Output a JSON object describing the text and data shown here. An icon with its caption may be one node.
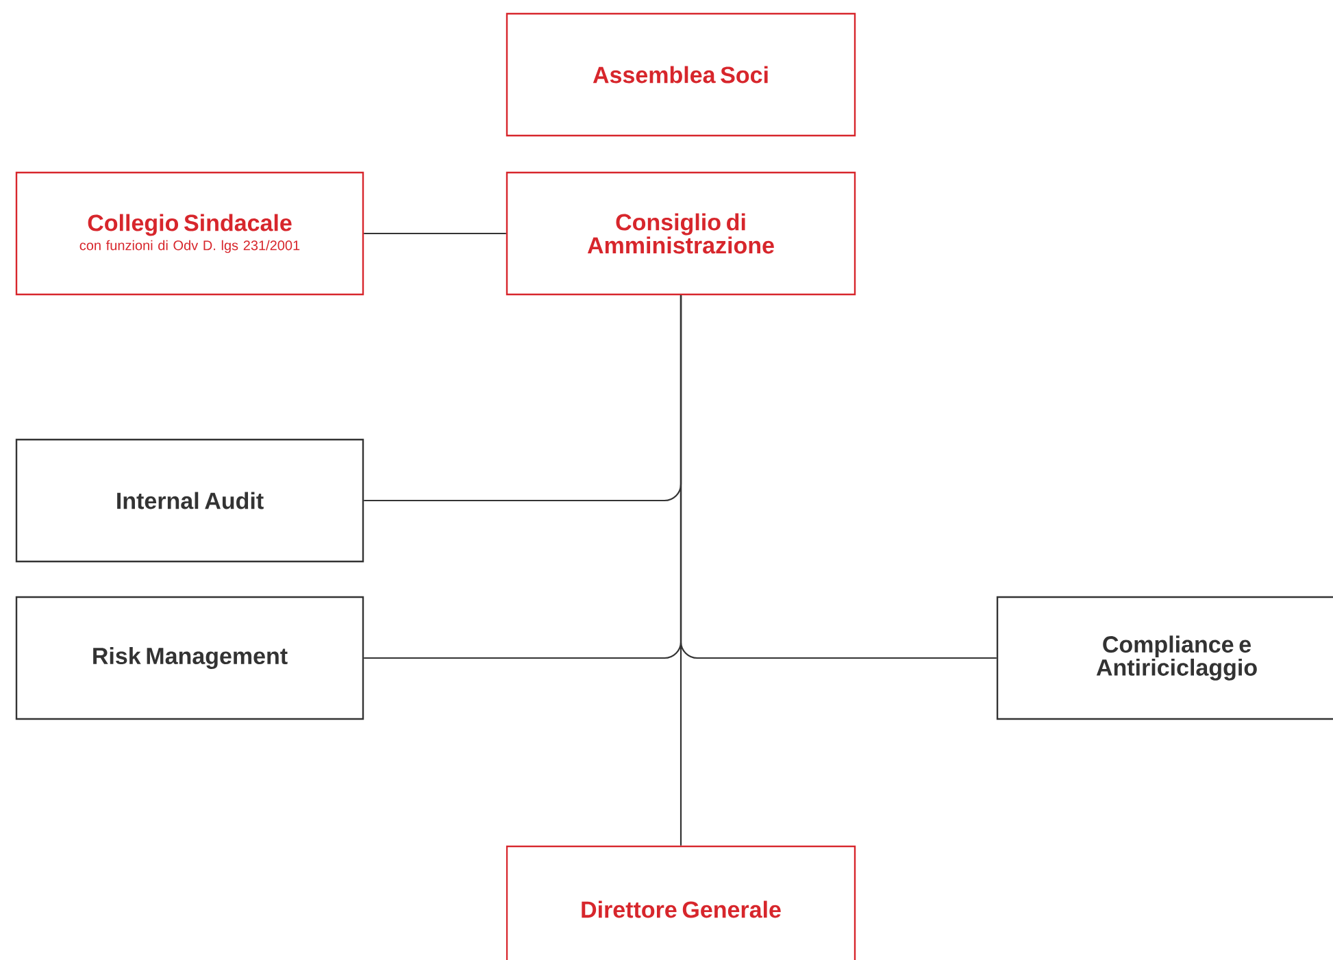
{
  "diagram": {
    "nodes": [
      {
        "text": [
          "Assemblea Soci"
        ]
      },
      {
        "text": [
          "Collegio Sindacale",
          "con funzioni di Odv D. lgs 231/2001"
        ]
      },
      {
        "text": [
          "Consiglio di Amministrazione"
        ]
      },
      {
        "text": [
          "Internal Audit"
        ]
      },
      {
        "text": [
          "Risk Management"
        ]
      },
      {
        "text": [
          "Compliance e Antiriciclaggio"
        ]
      },
      {
        "text": [
          "Direttore Generale"
        ]
      }
    ],
    "edges": [
      {
        "from": 1,
        "to": 2,
        "arrow": "none"
      },
      {
        "from": 2,
        "to": 3,
        "arrow": "none"
      },
      {
        "from": 2,
        "to": 4,
        "arrow": "none"
      },
      {
        "from": 2,
        "to": 5,
        "arrow": "none"
      },
      {
        "from": 2,
        "to": 6,
        "arrow": "none"
      }
    ]
  }
}
